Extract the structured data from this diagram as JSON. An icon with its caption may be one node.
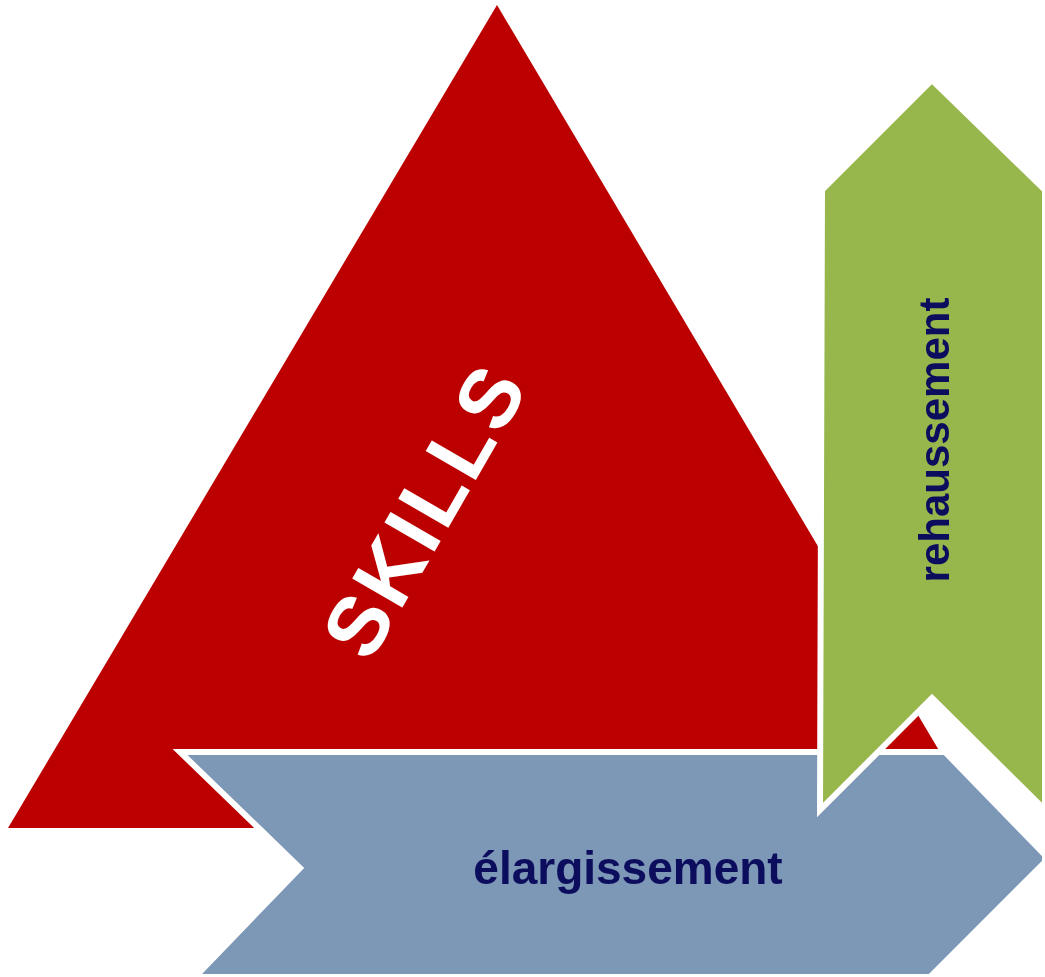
{
  "diagram": {
    "nodes": [
      {
        "text": [
          "SKILLS"
        ]
      },
      {
        "text": [
          "rehaussement"
        ]
      },
      {
        "text": [
          "élargissement"
        ]
      }
    ]
  }
}
